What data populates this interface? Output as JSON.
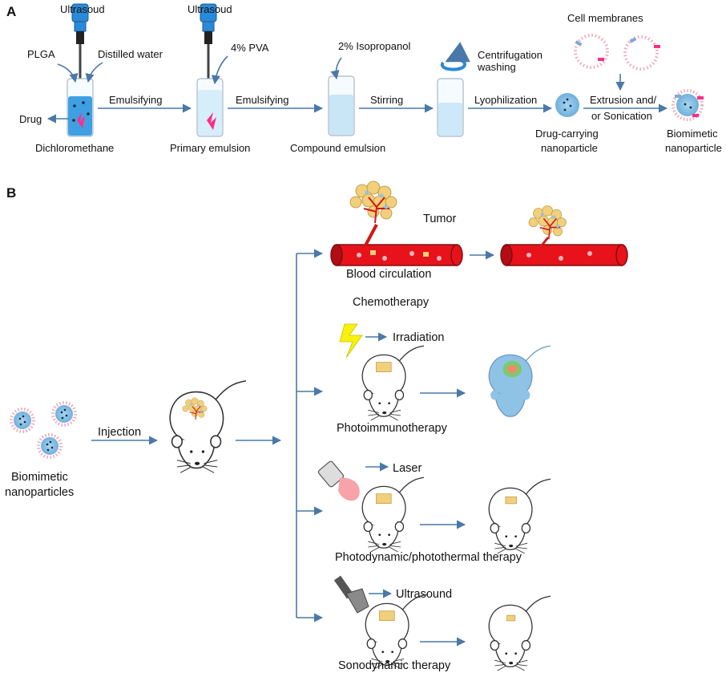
{
  "panel_a": {
    "label": "A",
    "labels": {
      "ultrasound_1": "Ultrasoud",
      "ultrasound_2": "Ultrasoud",
      "plga": "PLGA",
      "distilled_water": "Distilled water",
      "pva": "4% PVA",
      "isopropanol": "2% Isopropanol",
      "centrifugation": "Centrifugation",
      "washing": "washing",
      "cell_membranes": "Cell membranes",
      "drug": "Drug",
      "dichloromethane": "Dichloromethane",
      "primary_emulsion": "Primary emulsion",
      "compound_emulsion": "Compound emulsion",
      "drug_carrying_1": "Drug-carrying",
      "drug_carrying_2": "nanoparticle",
      "biomimetic_1": "Biomimetic",
      "biomimetic_2": "nanoparticle"
    },
    "steps": {
      "emulsifying_1": "Emulsifying",
      "emulsifying_2": "Emulsifying",
      "stirring": "Stirring",
      "lyophilization": "Lyophilization",
      "extrusion_1": "Extrusion and/",
      "extrusion_2": "or Sonication"
    }
  },
  "panel_b": {
    "label": "B",
    "biomimetic_nanoparticles_1": "Biomimetic",
    "biomimetic_nanoparticles_2": "nanoparticles",
    "injection": "Injection",
    "tumor": "Tumor",
    "blood_circulation": "Blood circulation",
    "therapies": {
      "chemotherapy": "Chemotherapy",
      "irradiation": "Irradiation",
      "photoimmunotherapy": "Photoimmunotherapy",
      "laser": "Laser",
      "photodynamic": "Photodynamic/photothermal therapy",
      "ultrasound": "Ultrasound",
      "sonodynamic": "Sonodynamic therapy"
    }
  },
  "colors": {
    "arrow": "#4a78a8",
    "blood": "#e8121a",
    "nanoparticle": "#8fc3e6",
    "membrane": "#f4a6b8",
    "probe": "#2a8ad8",
    "drug": "#ff2d8a",
    "solution": "#c9e6f7",
    "tumor": "#f2cf7a"
  }
}
